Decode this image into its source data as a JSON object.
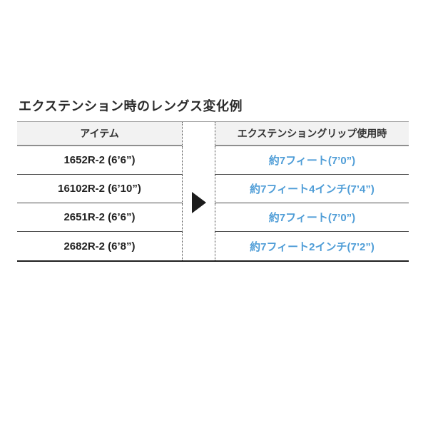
{
  "page": {
    "title": "エクステンション時のレングス変化例"
  },
  "table": {
    "headers": {
      "item": "アイテム",
      "extended": "エクステンショングリップ使用時"
    },
    "rows": [
      {
        "item": "1652R-2 (6’6”)",
        "extended": "約7フィート(7’0”)"
      },
      {
        "item": "16102R-2 (6’10”)",
        "extended": "約7フィート4インチ(7’4”)"
      },
      {
        "item": "2651R-2 (6’6”)",
        "extended": "約7フィート(7’0”)"
      },
      {
        "item": "2682R-2 (6’8”)",
        "extended": "約7フィート2インチ(7’2”)"
      }
    ],
    "arrow_icon": "▶"
  },
  "colors": {
    "accent_blue": "#4f9dd7",
    "header_bg": "#f2f2f2",
    "text_dark": "#2b2b2b"
  }
}
